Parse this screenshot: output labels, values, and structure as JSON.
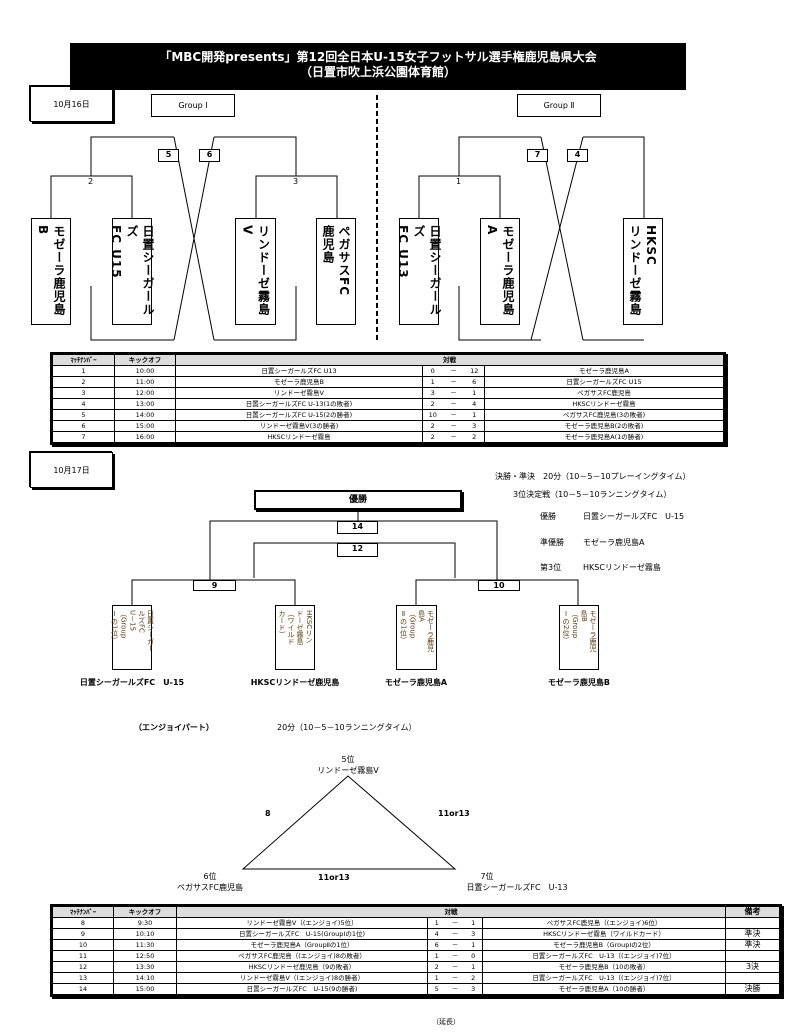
{
  "title": {
    "line1": "「MBC開発presents」第12回全日本U-15女子フットサル選手権鹿児島県大会",
    "line2": "（日置市吹上浜公園体育館）"
  },
  "day1": {
    "date": "10月16日",
    "group1": {
      "label": "Group Ⅰ",
      "matches": [
        "5",
        "6",
        "2",
        "3"
      ],
      "teams": [
        [
          "モゼーラ鹿児島",
          "B"
        ],
        [
          "日置シーガールズ",
          "FC U15"
        ],
        [
          "リンドーゼ霧島",
          "V"
        ],
        [
          "ペガサスFC",
          "鹿児島"
        ]
      ]
    },
    "group2": {
      "label": "Group Ⅱ",
      "matches": [
        "7",
        "4",
        "1"
      ],
      "teams": [
        [
          "日置シーガールズ",
          "FC U13"
        ],
        [
          "モゼーラ鹿児島",
          "A"
        ],
        [
          "HKSC",
          "リンドーゼ霧島"
        ]
      ]
    },
    "table": {
      "headers": [
        "ﾏｯﾁﾅﾝﾊﾞｰ",
        "キックオフ",
        "対戦"
      ],
      "rows": [
        [
          "1",
          "10:00",
          "日置シーガールズFC U13",
          "0",
          "－",
          "12",
          "モゼーラ鹿児島A"
        ],
        [
          "2",
          "11:00",
          "モゼーラ鹿児島B",
          "1",
          "－",
          "6",
          "日置シーガールズFC U15"
        ],
        [
          "3",
          "12:00",
          "リンドーゼ霧島V",
          "3",
          "－",
          "1",
          "ペガサスFC鹿児島"
        ],
        [
          "4",
          "13:00",
          "日置シーガールズFC U-13(1の敗者)",
          "2",
          "－",
          "4",
          "HKSCリンドーゼ霧島"
        ],
        [
          "5",
          "14:00",
          "日置シーガールズFC U-15(2の勝者)",
          "10",
          "－",
          "1",
          "ペガサスFC鹿児島(3の敗者)"
        ],
        [
          "6",
          "15:00",
          "リンドーゼ霧島V(3の勝者)",
          "2",
          "－",
          "3",
          "モゼーラ鹿児島B(2の敗者)"
        ],
        [
          "7",
          "16:00",
          "HKSCリンドーゼ霧島",
          "2",
          "－",
          "2",
          "モゼーラ鹿児島A(1の勝者)"
        ]
      ]
    }
  },
  "day2": {
    "date": "10月17日",
    "champion_label": "優勝",
    "matches": [
      "14",
      "12",
      "9",
      "10"
    ],
    "teams": [
      {
        "box": [
          "日置シーガー",
          "ルズFC",
          "U－15",
          "（Group",
          "Ⅰの1位）"
        ],
        "name": "日置シーガールズFC　U-15"
      },
      {
        "box": [
          "HKSCリン",
          "ドーゼ霧島",
          "（ワイルド",
          "カード）"
        ],
        "name": "HKSCリンドーゼ鹿児島"
      },
      {
        "box": [
          "モゼーラ鹿児",
          "島A",
          "（Group",
          "Ⅱの1位）"
        ],
        "name": "モゼーラ鹿児島A"
      },
      {
        "box": [
          "モゼーラ鹿児",
          "島B",
          "（Group",
          "Ⅰの2位）"
        ],
        "name": "モゼーラ鹿児島B"
      }
    ],
    "notes": {
      "rule1": "決勝・準決　20分（10－5－10プレーイングタイム）",
      "rule2": "3位決定戦（10－5－10ランニングタイム）",
      "results": [
        {
          "label": "優勝",
          "team": "日置シーガールズFC　U-15"
        },
        {
          "label": "準優勝",
          "team": "モゼーラ鹿児島A"
        },
        {
          "label": "第3位",
          "team": "HKSCリンドーゼ霧島"
        }
      ]
    },
    "enjoy": {
      "title": "（エンジョイパート）",
      "rule": "20分（10－5－10ランニングタイム）",
      "top": {
        "rank": "5位",
        "team": "リンドーゼ霧島V"
      },
      "left": {
        "rank": "6位",
        "team": "ペガサスFC鹿児島"
      },
      "right": {
        "rank": "7位",
        "team": "日置シーガールズFC　U-13"
      },
      "edge_left": "8",
      "edge_right": "11or13",
      "edge_bottom": "11or13"
    },
    "table": {
      "headers": [
        "ﾏｯﾁﾅﾝﾊﾞｰ",
        "キックオフ",
        "対戦",
        "備考"
      ],
      "rows": [
        [
          "8",
          "9:30",
          "リンドーゼ霧島V（(エンジョイ)5位）",
          "1",
          "－",
          "1",
          "ペガサスFC鹿児島（(エンジョイ)6位）",
          ""
        ],
        [
          "9",
          "10:10",
          "日置シーガールズFC　U-15(GroupⅠの1位)",
          "4",
          "－",
          "3",
          "HKSCリンドーゼ霧島（ワイルドカード）",
          "準決"
        ],
        [
          "10",
          "11:30",
          "モゼーラ鹿児島A（GroupⅡの1位）",
          "6",
          "－",
          "1",
          "モゼーラ鹿児島B（GroupⅠの2位）",
          "準決"
        ],
        [
          "11",
          "12:50",
          "ペガサスFC鹿児島（(エンジョイ)8の敗者）",
          "1",
          "－",
          "0",
          "日置シーガールズFC　U-13（(エンジョイ)7位）",
          ""
        ],
        [
          "12",
          "13:30",
          "HKSCリンドーゼ鹿児島（9の敗者）",
          "2",
          "－",
          "1",
          "モゼーラ鹿児島B（10の敗者）",
          "3決"
        ],
        [
          "13",
          "14:10",
          "リンドーゼ霧島V（(エンジョイ)8の勝者）",
          "1",
          "－",
          "2",
          "日置シーガールズFC　U-13（(エンジョイ)7位）",
          ""
        ],
        [
          "14",
          "15:00",
          "日置シーガールズFC　U-15(9の勝者)",
          "5",
          "－",
          "3",
          "モゼーラ鹿児島A（10の勝者）",
          "決勝"
        ]
      ],
      "footnote": "（延長）"
    }
  }
}
